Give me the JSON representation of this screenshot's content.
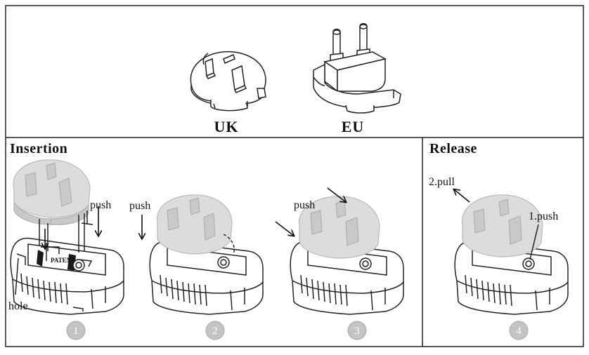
{
  "adapters": {
    "uk_label": "UK",
    "eu_label": "EU"
  },
  "insertion": {
    "heading": "Insertion",
    "hole_label": "hole",
    "push_label_1": "push",
    "push_label_2": "push",
    "push_label_3": "push",
    "steps": [
      "1",
      "2",
      "3"
    ],
    "body_text_1": "PATENT"
  },
  "release": {
    "heading": "Release",
    "pull_label": "2.pull",
    "push_label": "1.push",
    "step": "4"
  }
}
